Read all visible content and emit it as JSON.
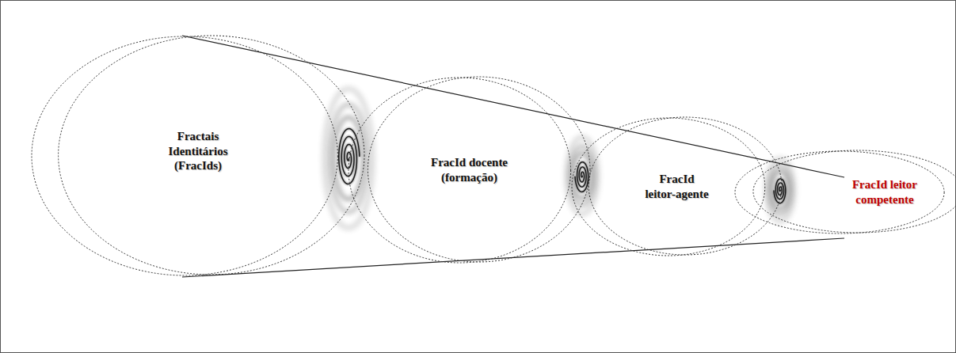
{
  "diagram": {
    "nodes": [
      {
        "text": [
          "Fractais Identitários (FracIds)"
        ]
      },
      {
        "text": [
          "FracId docente (formação)"
        ]
      },
      {
        "text": [
          "FracId leitor-agente"
        ]
      },
      {
        "text": [
          "FracId leitor competente"
        ]
      }
    ]
  }
}
